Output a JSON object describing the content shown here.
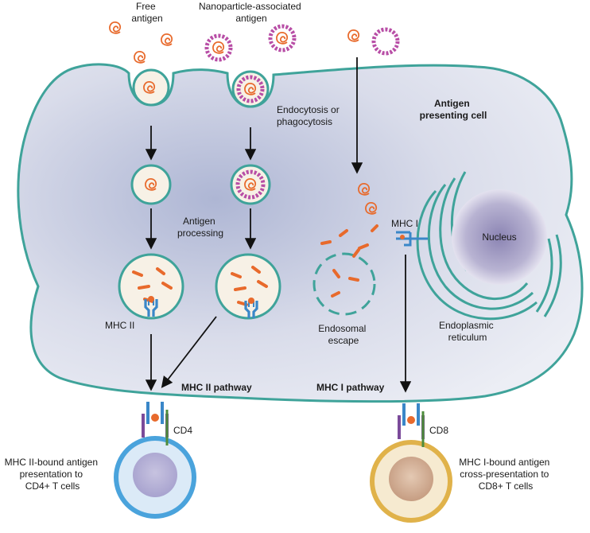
{
  "labels": {
    "free_antigen": [
      "Free",
      "antigen"
    ],
    "np_antigen": [
      "Nanoparticle-associated",
      "antigen"
    ],
    "endocytosis": [
      "Endocytosis or",
      "phagocytosis"
    ],
    "apc": [
      "Antigen",
      "presenting cell"
    ],
    "processing": [
      "Antigen",
      "processing"
    ],
    "mhc1": "MHC I",
    "nucleus": "Nucleus",
    "mhc2": "MHC II",
    "endosomal_escape": [
      "Endosomal",
      "escape"
    ],
    "er": [
      "Endoplasmic",
      "reticulum"
    ],
    "mhc2_pathway": "MHC II pathway",
    "mhc1_pathway": "MHC I pathway",
    "cd4": "CD4",
    "cd8": "CD8",
    "cd4_presentation": [
      "MHC II-bound antigen",
      "presentation to",
      "CD4+ T cells"
    ],
    "cd8_presentation": [
      "MHC I-bound antigen",
      "cross-presentation to",
      "CD8+ T cells"
    ]
  },
  "colors": {
    "cell_fill": "#dfe3ee",
    "cell_border": "#3fa39a",
    "antigen": "#e86a2c",
    "nanoparticle": "#b84ea6",
    "mhc": "#3a87c8",
    "cd4_cell": "#4aa3dc",
    "cd8_cell": "#e0b24a",
    "er": "#3fa39a",
    "nucleus": "#9c93bd"
  }
}
